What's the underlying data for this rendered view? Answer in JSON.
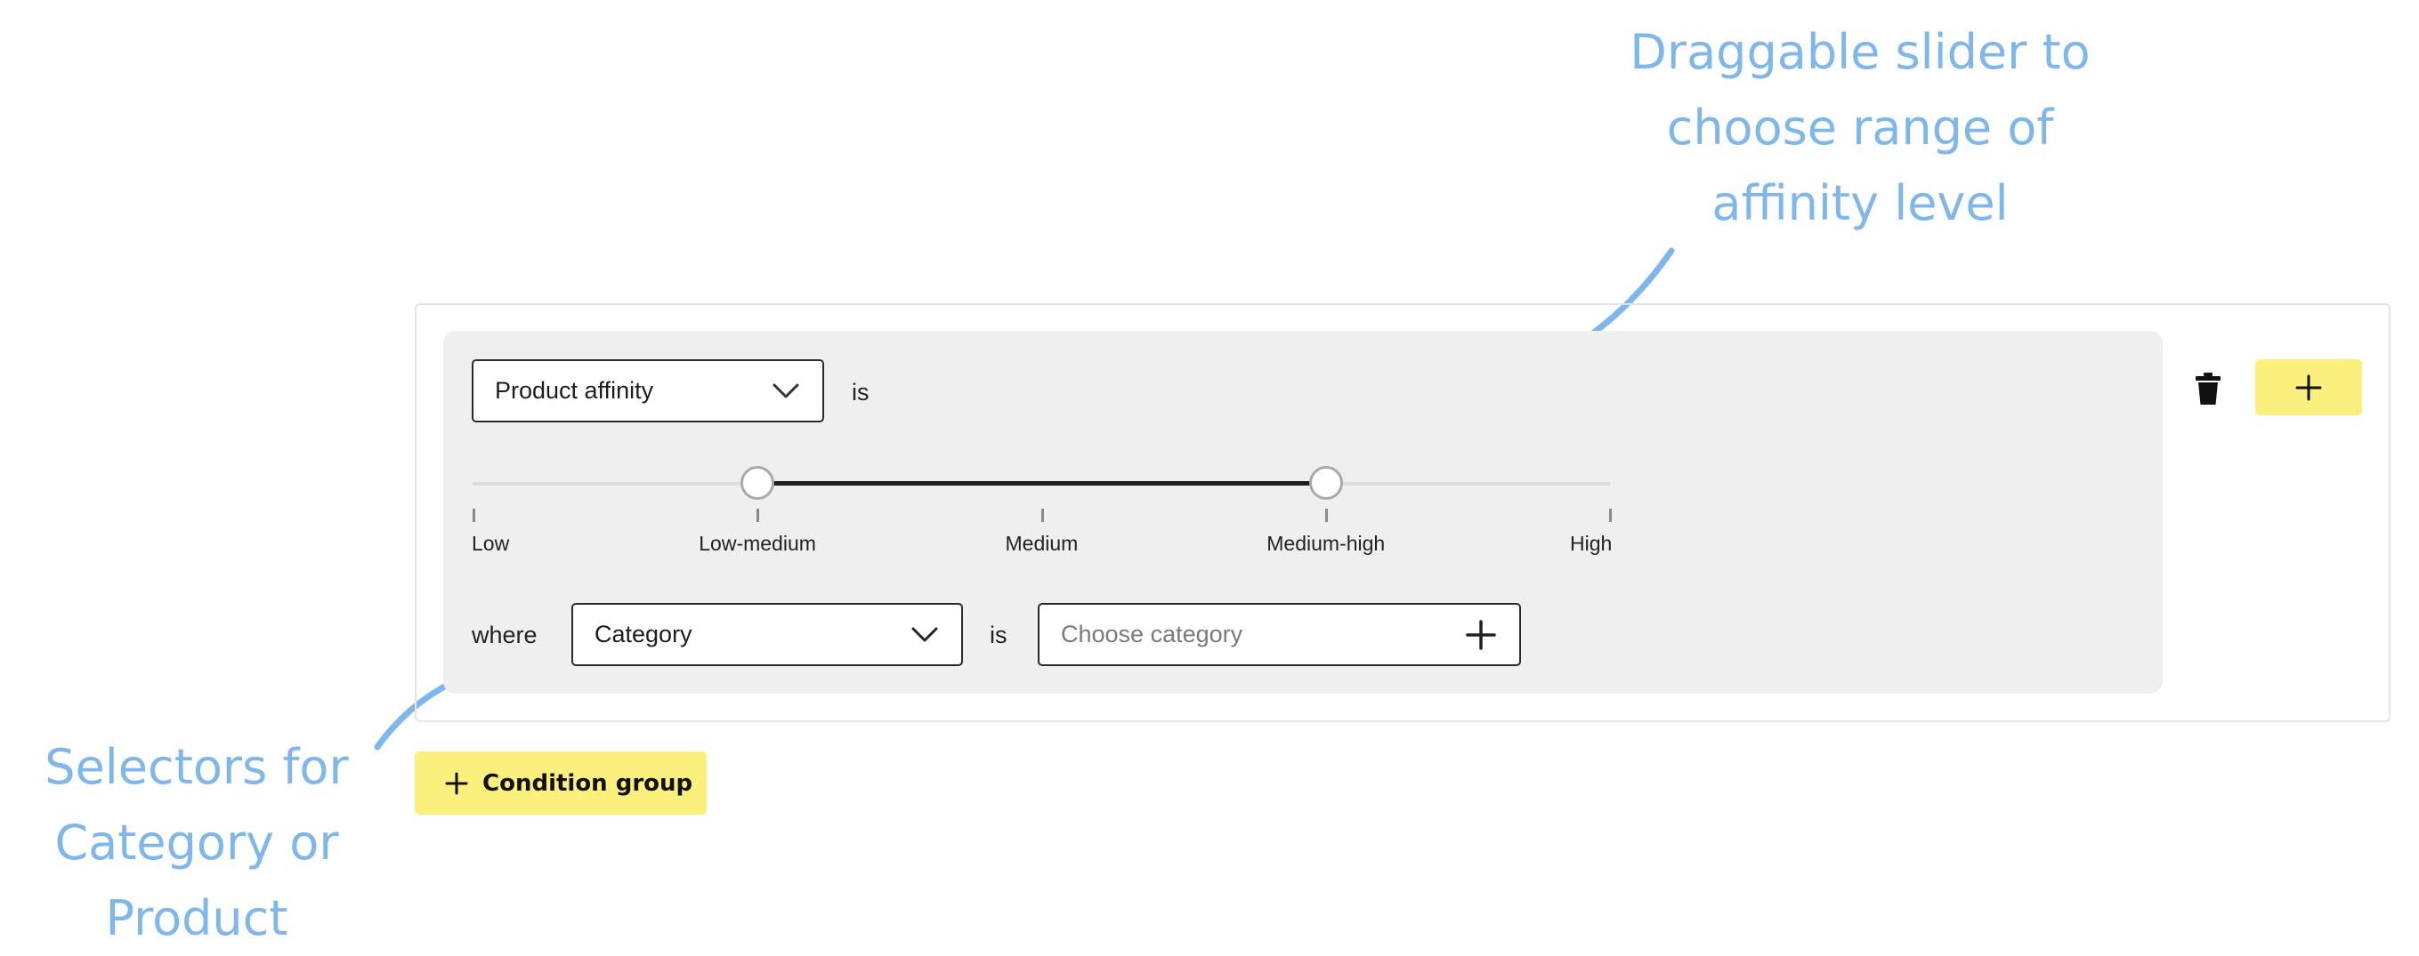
{
  "annotations": {
    "top": [
      "Draggable slider to",
      "choose range of",
      "affinity level"
    ],
    "left": [
      "Selectors for",
      "Category or",
      "Product"
    ],
    "color": "#7fb7ec"
  },
  "condition": {
    "attribute_select": {
      "value": "Product affinity",
      "icon": "chevron-down-icon"
    },
    "operator_1": "is",
    "slider": {
      "labels": [
        "Low",
        "Low-medium",
        "Medium",
        "Medium-high",
        "High"
      ],
      "selected_min": "Low-medium",
      "selected_max": "Medium-high",
      "min_fraction": 0.25,
      "max_fraction": 0.75
    },
    "where_label": "where",
    "where_select": {
      "value": "Category",
      "icon": "chevron-down-icon"
    },
    "operator_2": "is",
    "value_input": {
      "placeholder": "Choose category",
      "icon": "plus-icon"
    }
  },
  "actions": {
    "delete_icon": "trash-icon",
    "add_condition_icon": "plus-icon",
    "condition_group_label": "Condition group",
    "button_color": "#fbf07e"
  }
}
